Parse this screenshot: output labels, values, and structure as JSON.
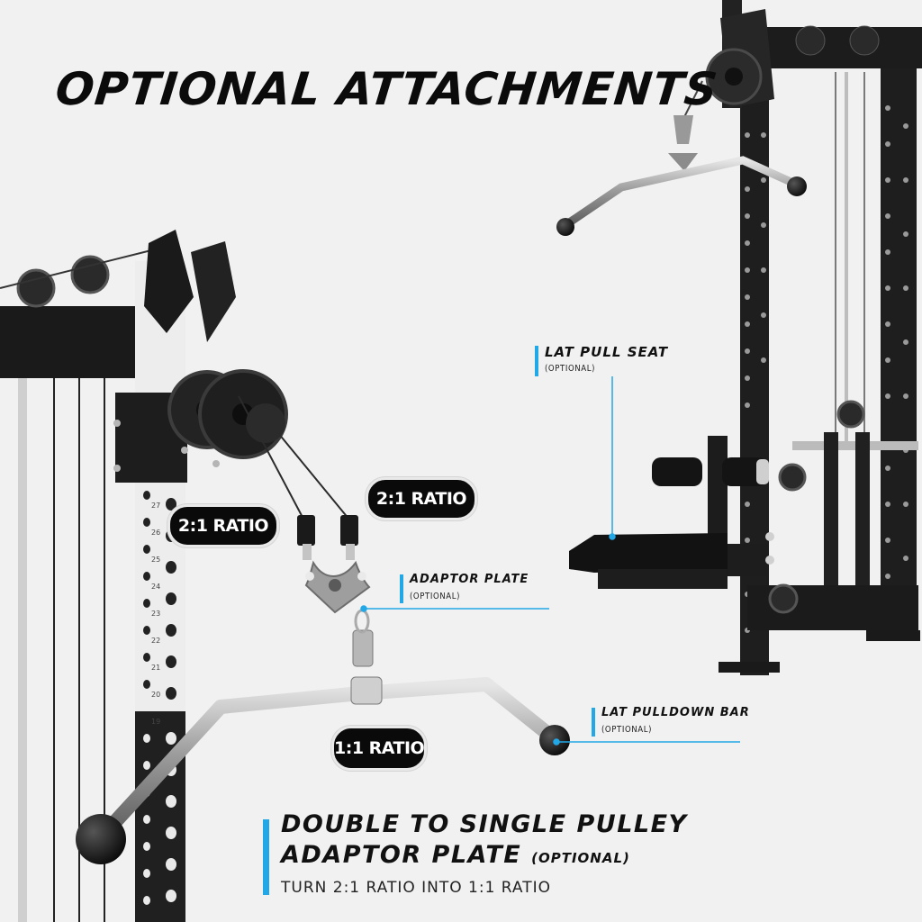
{
  "title": "OPTIONAL ATTACHMENTS",
  "colors": {
    "accent": "#22a8e6",
    "pill_bg": "#0a0a0a",
    "frame": "#1c1c1c",
    "chrome": "#b9b9b9"
  },
  "callouts": {
    "lat_pull_seat": {
      "label": "LAT PULL SEAT",
      "sub": "(OPTIONAL)"
    },
    "adaptor_plate": {
      "label": "ADAPTOR PLATE",
      "sub": "(OPTIONAL)"
    },
    "lat_pulldown_bar": {
      "label": "LAT PULLDOWN BAR",
      "sub": "(OPTIONAL)"
    }
  },
  "ratios": {
    "left": "2:1 RATIO",
    "right": "2:1 RATIO",
    "bottom": "1:1 RATIO"
  },
  "feature": {
    "line1": "DOUBLE TO SINGLE PULLEY",
    "line2": "ADAPTOR PLATE",
    "optional": "(OPTIONAL)",
    "description": "TURN 2:1 RATIO INTO 1:1 RATIO"
  },
  "upright_numbers": [
    "27",
    "26",
    "25",
    "24",
    "23",
    "22",
    "21",
    "20",
    "19"
  ]
}
